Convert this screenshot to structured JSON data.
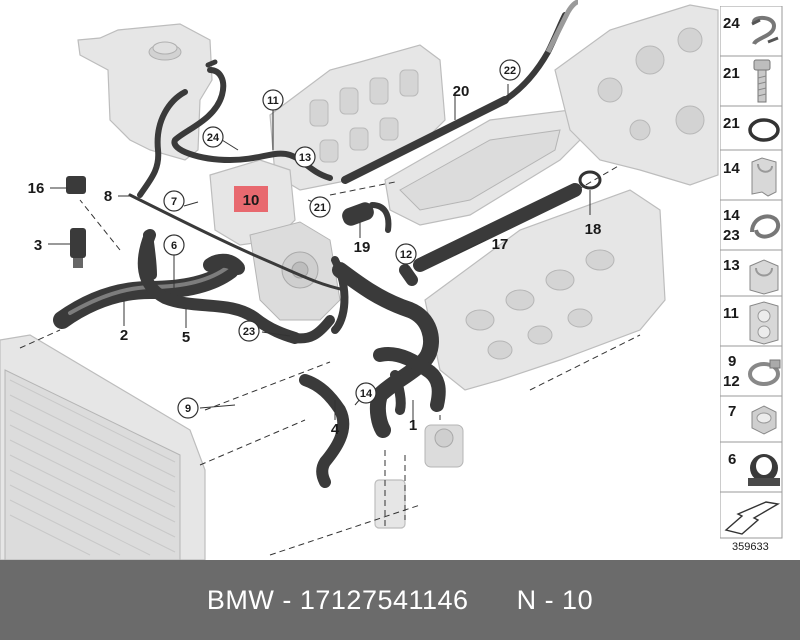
{
  "diagram": {
    "callouts": [
      {
        "id": "c1",
        "text": "1",
        "circled": false
      },
      {
        "id": "c2",
        "text": "2",
        "circled": false
      },
      {
        "id": "c3",
        "text": "3",
        "circled": false
      },
      {
        "id": "c4",
        "text": "4",
        "circled": false
      },
      {
        "id": "c5",
        "text": "5",
        "circled": false
      },
      {
        "id": "c6",
        "text": "6",
        "circled": true
      },
      {
        "id": "c7",
        "text": "7",
        "circled": true
      },
      {
        "id": "c8",
        "text": "8",
        "circled": false
      },
      {
        "id": "c9",
        "text": "9",
        "circled": true
      },
      {
        "id": "c10",
        "text": "10",
        "circled": false,
        "highlighted": true
      },
      {
        "id": "c11",
        "text": "11",
        "circled": true
      },
      {
        "id": "c12",
        "text": "12",
        "circled": true
      },
      {
        "id": "c13",
        "text": "13",
        "circled": true
      },
      {
        "id": "c14",
        "text": "14",
        "circled": true
      },
      {
        "id": "c16",
        "text": "16",
        "circled": false
      },
      {
        "id": "c17",
        "text": "17",
        "circled": false
      },
      {
        "id": "c18",
        "text": "18",
        "circled": false
      },
      {
        "id": "c19",
        "text": "19",
        "circled": false
      },
      {
        "id": "c20",
        "text": "20",
        "circled": false
      },
      {
        "id": "c21",
        "text": "21",
        "circled": true
      },
      {
        "id": "c22",
        "text": "22",
        "circled": true
      },
      {
        "id": "c23",
        "text": "23",
        "circled": true
      },
      {
        "id": "c24",
        "text": "24",
        "circled": true
      }
    ],
    "highlight_color": "#e8696f",
    "hose_color": "#3a3a3a"
  },
  "legend": {
    "cells": [
      {
        "labels": [
          "24"
        ],
        "icon": "hose-clip-icon"
      },
      {
        "labels": [
          "21"
        ],
        "icon": "bolt-icon"
      },
      {
        "labels": [
          "21"
        ],
        "icon": "o-ring-icon"
      },
      {
        "labels": [
          "14"
        ],
        "icon": "holder-clip-icon"
      },
      {
        "labels": [
          "14",
          "23"
        ],
        "icon": "spring-clip-icon"
      },
      {
        "labels": [
          "13"
        ],
        "icon": "bracket-clip-icon"
      },
      {
        "labels": [
          "11"
        ],
        "icon": "double-clip-icon"
      },
      {
        "labels": [
          "9",
          "12"
        ],
        "icon": "hose-clamp-icon"
      },
      {
        "labels": [
          "7"
        ],
        "icon": "hex-nut-icon"
      },
      {
        "labels": [
          "6"
        ],
        "icon": "rubber-grommet-icon"
      },
      {
        "labels": [],
        "icon": "direction-arrow-icon"
      }
    ]
  },
  "ref_code": "359633",
  "footer": {
    "text": "BMW - 17127541146      N - 10"
  }
}
